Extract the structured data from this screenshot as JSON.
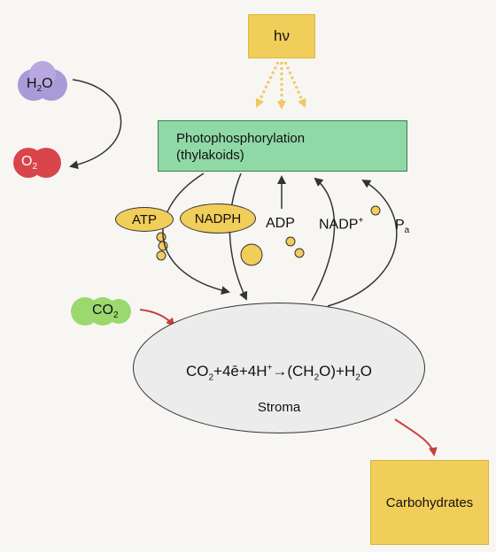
{
  "hv": "hν",
  "photophosphorylation": {
    "line1": "Photophosphorylation",
    "line2": "(thylakoids)"
  },
  "h2o": {
    "main": "H",
    "sub": "2",
    "tail": "O"
  },
  "o2": {
    "main": "O",
    "sub": "2"
  },
  "co2": {
    "main": "CO",
    "sub": "2"
  },
  "atp": "ATP",
  "nadph": "NADPH",
  "adp": "ADP",
  "nadp": {
    "main": "NADP",
    "sup": "+"
  },
  "pa": {
    "main": "P",
    "sub": "a"
  },
  "equation": {
    "p1": "CO",
    "s1": "2",
    "p2": "+4ē+4H",
    "sup1": "+",
    "p3": "→(CH",
    "s2": "2",
    "p4": "O)+H",
    "s3": "2",
    "p5": "O"
  },
  "stroma": "Stroma",
  "carbohydrates": "Carbohydrates",
  "colors": {
    "yellow": "#f1cd5a",
    "green_box": "#8fd9a6",
    "h2o_purple": "#a99ad8",
    "o2_red": "#d8454b",
    "co2_green": "#9bd86e",
    "red_arrow": "#c94040"
  }
}
